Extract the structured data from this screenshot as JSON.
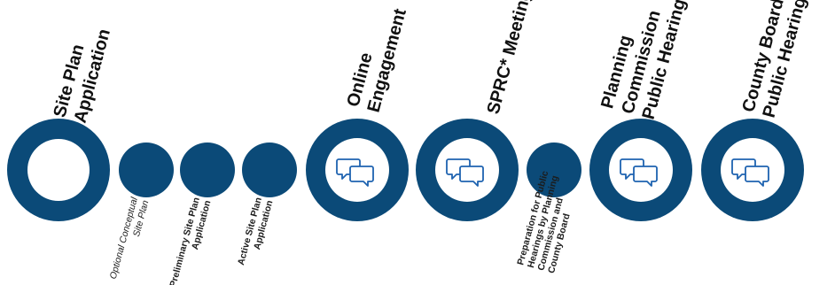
{
  "colors": {
    "circle": "#0b4a78",
    "icon_stroke": "#1e63b0",
    "inner_fill": "#ffffff"
  },
  "steps": [
    {
      "kind": "ring-empty",
      "label_lines": [
        "Site Plan",
        "Application"
      ],
      "label_style": "major"
    },
    {
      "kind": "dot",
      "label_lines": [
        "Optional Conceptual",
        "Site Plan"
      ],
      "label_style": "minor-italic"
    },
    {
      "kind": "dot",
      "label_lines": [
        "Preliminary Site Plan",
        "Application"
      ],
      "label_style": "minor"
    },
    {
      "kind": "dot",
      "label_lines": [
        "Active Site Plan",
        "Application"
      ],
      "label_style": "minor"
    },
    {
      "kind": "ring-chat",
      "icon": "chat-bubbles-icon",
      "label_lines": [
        "Online",
        "Engagement"
      ],
      "label_style": "major"
    },
    {
      "kind": "ring-chat",
      "icon": "chat-bubbles-icon",
      "label_lines": [
        "SPRC* Meetings"
      ],
      "label_style": "major"
    },
    {
      "kind": "dot",
      "label_lines": [
        "Preparation for Public",
        "Hearings by Planning",
        "Commission and",
        "County Board"
      ],
      "label_style": "minor"
    },
    {
      "kind": "ring-chat",
      "icon": "chat-bubbles-icon",
      "label_lines": [
        "Planning",
        "Commission",
        "Public Hearing"
      ],
      "label_style": "major"
    },
    {
      "kind": "ring-chat",
      "icon": "chat-bubbles-icon",
      "label_lines": [
        "County Board",
        "Public Hearing"
      ],
      "label_style": "major"
    }
  ]
}
